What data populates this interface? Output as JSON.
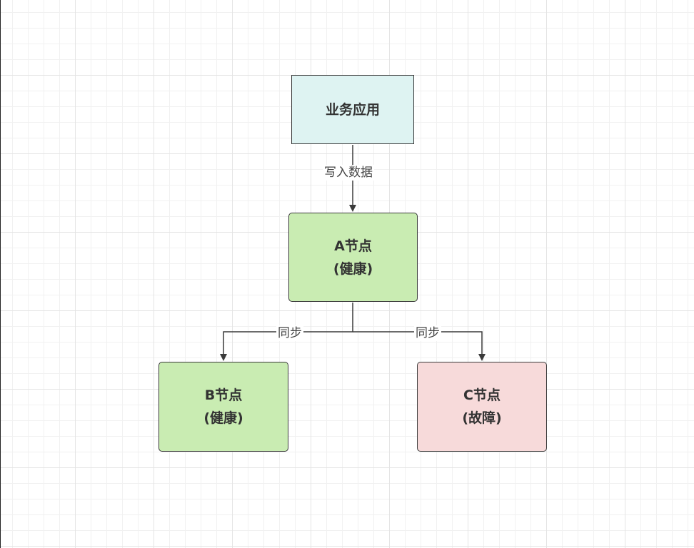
{
  "nodes": {
    "app": {
      "label": "业务应用"
    },
    "a": {
      "name": "A节点",
      "status": "(健康)"
    },
    "b": {
      "name": "B节点",
      "status": "(健康)"
    },
    "c": {
      "name": "C节点",
      "status": "(故障)"
    }
  },
  "edges": {
    "app_to_a": "写入数据",
    "a_to_b": "同步",
    "a_to_c": "同步"
  },
  "colors": {
    "app_fill": "#def3f2",
    "healthy_fill": "#c9ecb2",
    "faulty_fill": "#f7dada",
    "line": "#3a3a3a"
  }
}
